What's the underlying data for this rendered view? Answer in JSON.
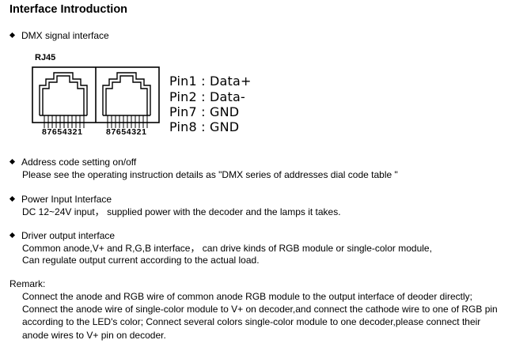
{
  "title": "Interface Introduction",
  "dmx": {
    "heading": "DMX signal interface",
    "connector_label": "RJ45",
    "pin_numbers_left": "87654321",
    "pin_numbers_right": "87654321",
    "pins": [
      "Pin1 : Data+",
      "Pin2 : Data-",
      "Pin7 : GND",
      "Pin8 : GND"
    ]
  },
  "address": {
    "heading": "Address code setting on/off",
    "line1": "Please see the operating instruction details as \"DMX series of addresses dial code table \""
  },
  "power": {
    "heading": "Power Input Interface",
    "line1": "DC 12~24V input， supplied power with the decoder and the lamps it takes."
  },
  "driver": {
    "heading": "Driver output interface",
    "line1": "Common anode,V+ and R,G,B interface， can drive kinds of RGB module or single-color module,",
    "line2": "Can regulate output current according to the actual load."
  },
  "remark": {
    "heading": "Remark:",
    "lines": [
      "Connect the anode and RGB wire of common anode RGB module to the output interface of deoder directly;",
      "Connect the anode wire of single-color module to V+ on decoder,and connect the cathode wire to one of RGB pin",
      "according to the LED's color; Connect several colors single-color module to one decoder,please connect their",
      "anode wires to V+ pin on decoder."
    ]
  }
}
